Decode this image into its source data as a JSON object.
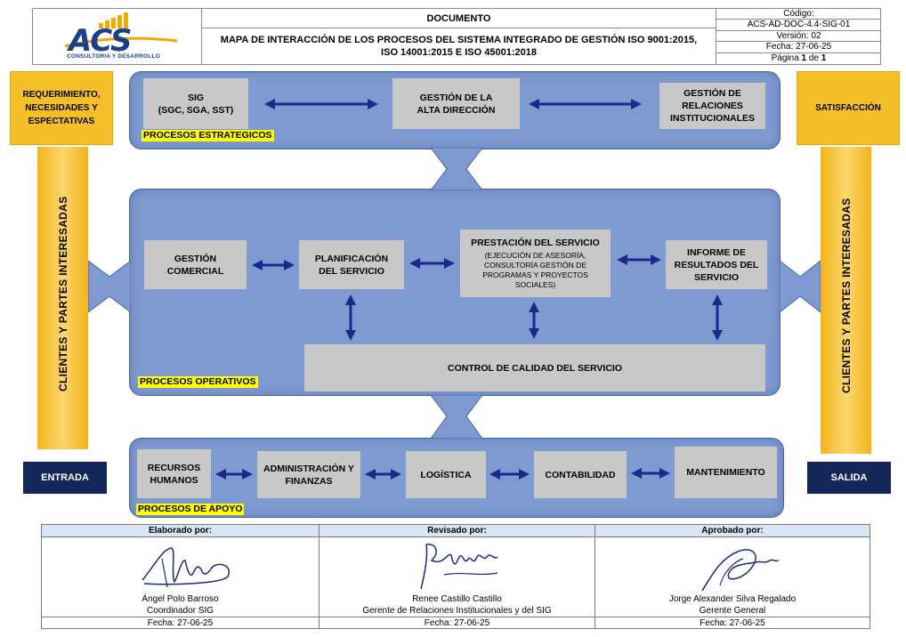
{
  "header": {
    "logo_name": "ACS",
    "logo_subtitle": "CONSULTORIA Y DESARROLLO",
    "doc_label": "DOCUMENTO",
    "title": "MAPA DE INTERACCIÓN DE LOS PROCESOS DEL SISTEMA INTEGRADO DE GESTIÓN ISO 9001:2015, ISO 14001:2015 E ISO 45001:2018",
    "code_label": "Código:",
    "code": "ACS-AD-DOC-4.4-SIG-01",
    "version": "Versión: 02",
    "date": "Fecha: 27-06-25",
    "page_prefix": "Página ",
    "page_current": "1",
    "page_sep": " de ",
    "page_total": "1"
  },
  "left": {
    "top_box": "REQUERIMIENTO, NECESIDADES Y ESPECTATIVAS",
    "vertical": "CLIENTES Y PARTES INTERESADAS",
    "bottom_box": "ENTRADA"
  },
  "right": {
    "top_box": "SATISFACCIÓN",
    "vertical": "CLIENTES Y PARTES INTERESADAS",
    "bottom_box": "SALIDA"
  },
  "strategic": {
    "label": "PROCESOS ESTRATEGICOS",
    "sig_title": "SIG",
    "sig_sub": "(SGC, SGA, SST)",
    "alta": "GESTIÓN DE LA ALTA DIRECCIÓN",
    "relaciones": "GESTIÓN DE RELACIONES INSTITUCIONALES"
  },
  "operative": {
    "label": "PROCESOS OPERATIVOS",
    "comercial": "GESTIÓN COMERCIAL",
    "planificacion": "PLANIFICACIÓN DEL SERVICIO",
    "prestacion_title": "PRESTACIÓN DEL SERVICIO",
    "prestacion_sub": "(EJECUCIÓN DE ASESORÍA, CONSULTORÍA GESTIÓN DE PROGRAMAS Y PROYECTOS SOCIALES)",
    "informe": "INFORME DE RESULTADOS DEL SERVICIO",
    "control": "CONTROL DE CALIDAD DEL SERVICIO"
  },
  "support": {
    "label": "PROCESOS DE APOYO",
    "rrhh": "RECURSOS HUMANOS",
    "admin": "ADMINISTRACIÓN Y FINANZAS",
    "logistica": "LOGÍSTICA",
    "contabilidad": "CONTABILIDAD",
    "mantenimiento": "MANTENIMIENTO"
  },
  "signatures": [
    {
      "header": "Elaborado por:",
      "name": "Ángel Polo Barroso",
      "role": "Coordinador SIG",
      "date": "Fecha: 27-06-25"
    },
    {
      "header": "Revisado por:",
      "name": "Renee Castillo Castillo",
      "role": "Gerente de Relaciones Institucionales y del SIG",
      "date": "Fecha: 27-06-25"
    },
    {
      "header": "Aprobado por:",
      "name": "Jorge Alexander Silva Regalado",
      "role": "Gerente General",
      "date": "Fecha: 27-06-25"
    }
  ],
  "colors": {
    "panel_blue": "#7f9ad0",
    "arrow_navy": "#1a2a8c",
    "side_yellow": "#f6be27",
    "box_gray": "#c8c8c8",
    "label_yellow": "#ffff00",
    "navy_box": "#13275b"
  }
}
